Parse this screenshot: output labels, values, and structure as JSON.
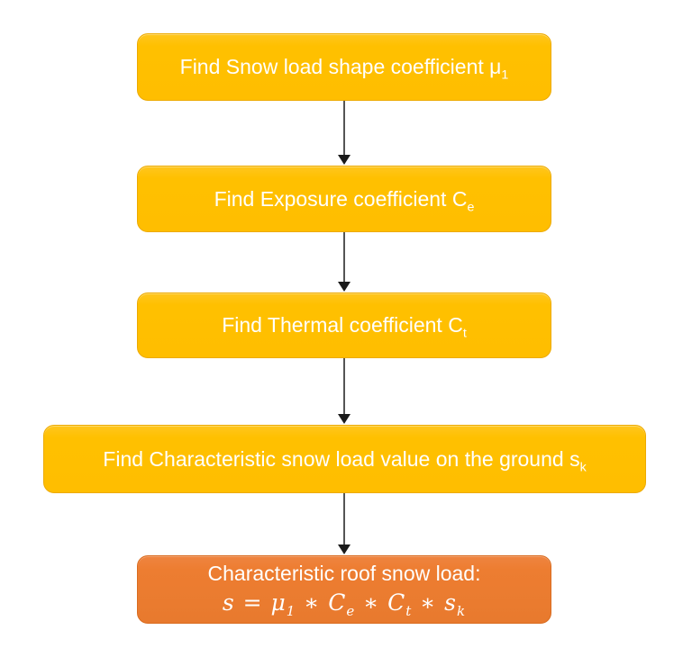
{
  "colors": {
    "step_fill": "#FFC000",
    "result_fill": "#ED7D31",
    "text": "#FFFFFF",
    "arrow_line": "#555555",
    "arrow_head": "#1A1A1A"
  },
  "diagram_type": "flowchart",
  "steps": [
    {
      "text": "Find Snow load shape coefficient μ",
      "sub": "1"
    },
    {
      "text": "Find Exposure coefficient C",
      "sub": "e"
    },
    {
      "text": "Find Thermal coefficient C",
      "sub": "t"
    },
    {
      "text": "Find Characteristic snow load value on the ground s",
      "sub": "k"
    }
  ],
  "result": {
    "title": "Characteristic roof snow load:",
    "formula": {
      "parts": [
        {
          "text": "s = μ",
          "sub": "1"
        },
        {
          "text": " ∗ C",
          "sub": "e"
        },
        {
          "text": " ∗ C",
          "sub": "t"
        },
        {
          "text": " ∗ s",
          "sub": "k"
        }
      ]
    }
  }
}
